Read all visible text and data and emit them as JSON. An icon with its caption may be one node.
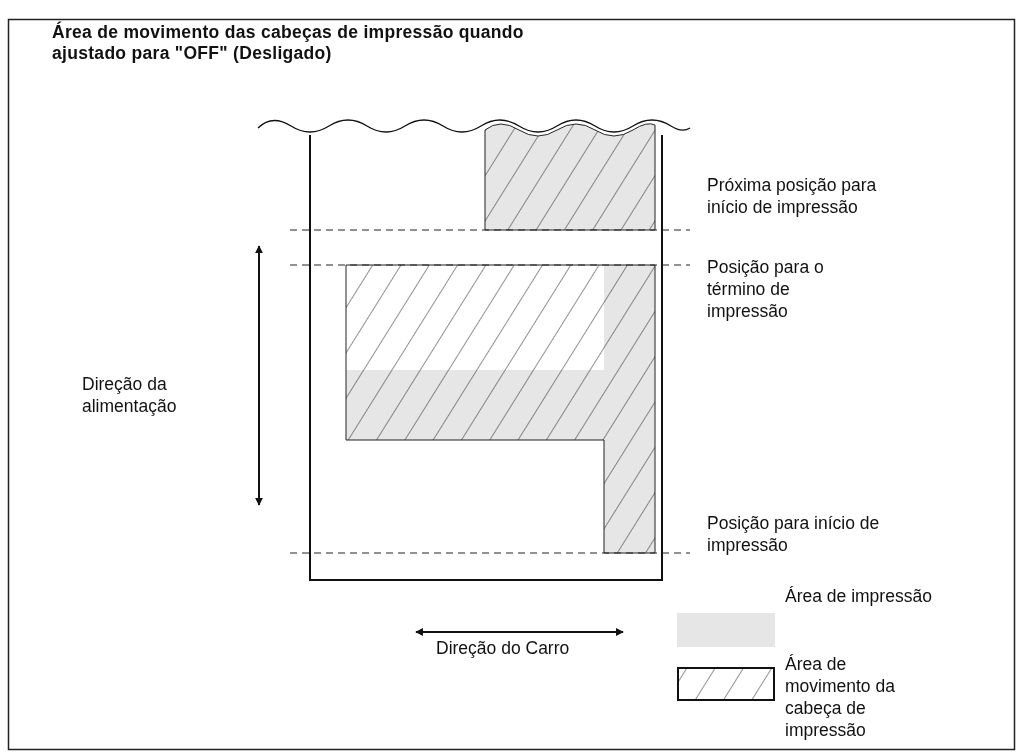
{
  "diagram": {
    "title": "Área de movimento das cabeças de impressão quando ajustado para \"OFF\" (Desligado)",
    "labels": [
      "Próxima posição para início de impressão",
      "Posição para o término de impressão",
      "Direção da alimentação",
      "Posição para início de impressão",
      "Direção do Carro"
    ],
    "legend": [
      {
        "text": "Área de impressão",
        "color": "#e6e6e6"
      },
      {
        "text": "Área de movimento da cabeça de impressão"
      }
    ]
  }
}
